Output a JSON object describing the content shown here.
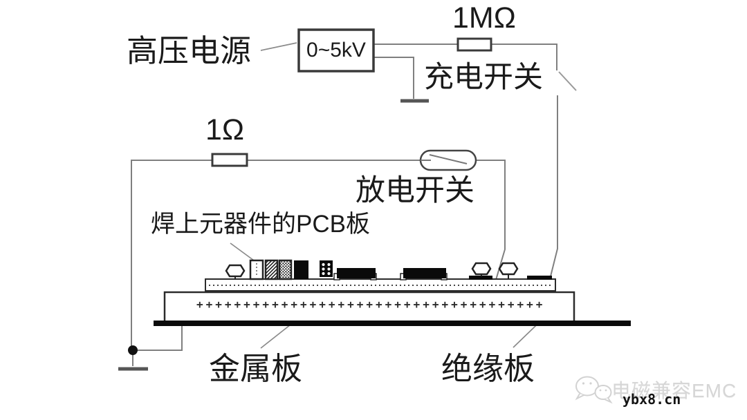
{
  "diagram": {
    "hv_supply_label": "高压电源",
    "hv_box_value": "0~5kV",
    "charge_resistor_value": "1MΩ",
    "charge_switch_label": "充电开关",
    "discharge_resistor_value": "1Ω",
    "discharge_switch_label": "放电开关",
    "pcb_label": "焊上元器件的PCB板",
    "metal_plate_label": "金属板",
    "insulator_plate_label": "绝缘板",
    "insulator_charge_marks": "+++++++++++++++++++++++++++++++++++++"
  },
  "watermark": {
    "brand": "电磁兼容EMC",
    "site": "ybx8.cn"
  },
  "colors": {
    "wire": "#7f7f7f",
    "ink": "#1a1a1a",
    "component_fill": "#0a0a0a",
    "watermark_gray": "#d6d6d6"
  }
}
